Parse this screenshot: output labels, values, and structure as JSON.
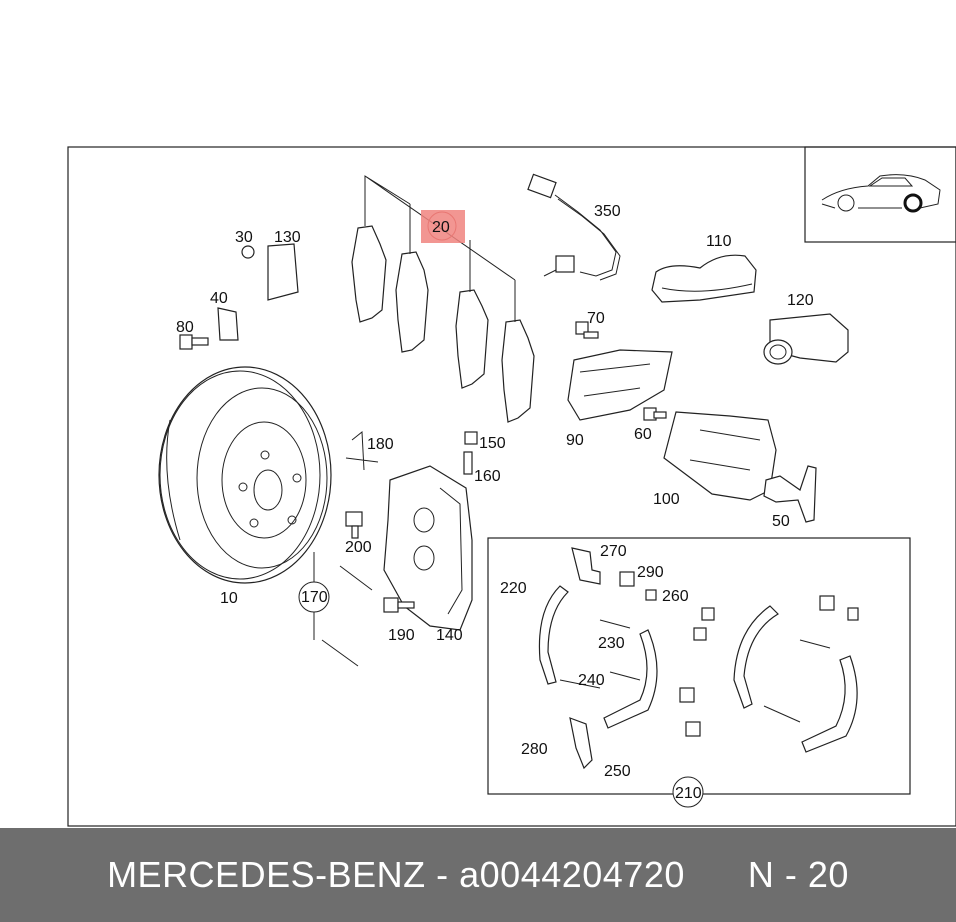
{
  "callouts": {
    "c10": "10",
    "c20": "20",
    "c30": "30",
    "c40": "40",
    "c50": "50",
    "c60": "60",
    "c70": "70",
    "c80": "80",
    "c90": "90",
    "c100": "100",
    "c110": "110",
    "c120": "120",
    "c130": "130",
    "c140": "140",
    "c150": "150",
    "c160": "160",
    "c170": "170",
    "c180": "180",
    "c190": "190",
    "c200": "200",
    "c210": "210",
    "c220": "220",
    "c230": "230",
    "c240": "240",
    "c250": "250",
    "c260": "260",
    "c270": "270",
    "c280": "280",
    "c290": "290",
    "c350": "350"
  },
  "highlight_color": "#f0847f",
  "footer": {
    "brand": "MERCEDES-BENZ",
    "separator": "-",
    "part_number": "a0044204720",
    "ref": "N - 20"
  }
}
